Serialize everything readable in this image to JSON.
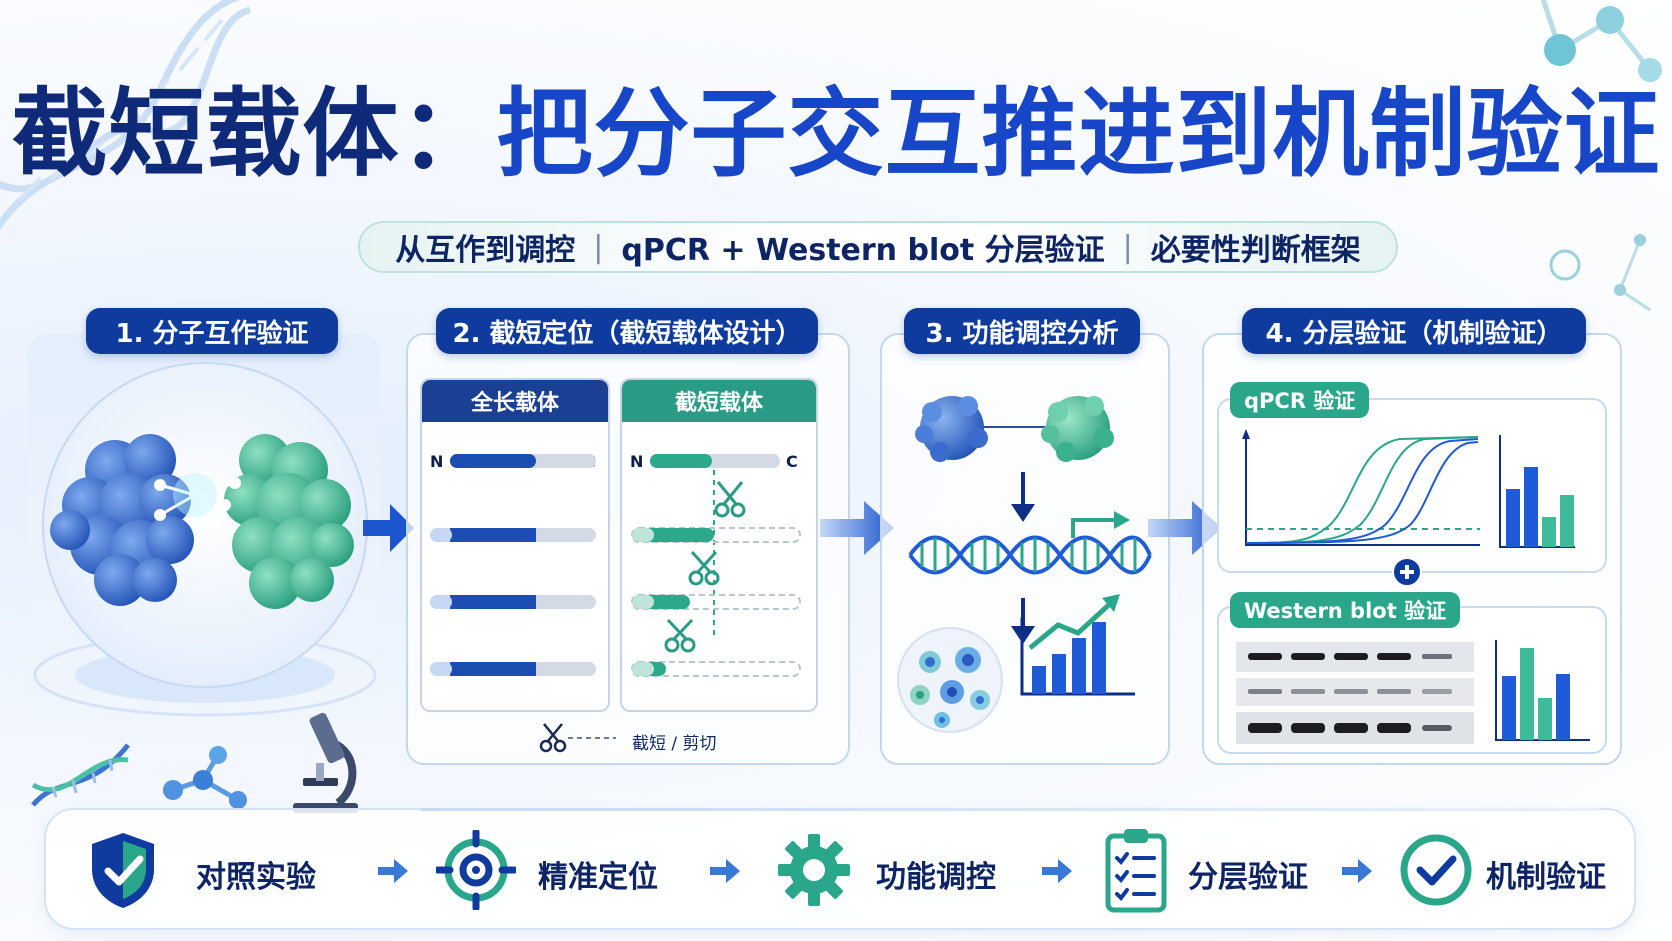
{
  "title": {
    "part1": "截短载体：",
    "part2": "把分子交互推进到机制验证"
  },
  "subtitle": {
    "items": [
      "从互作到调控",
      "qPCR + Western blot 分层验证",
      "必要性判断框架"
    ],
    "separator": "|"
  },
  "panels": [
    {
      "title": "1. 分子互作验证"
    },
    {
      "title": "2. 截短定位（截短载体设计）",
      "full_label": "全长载体",
      "trunc_label": "截短载体",
      "n_label": "N",
      "c_label": "C",
      "legend": "截短 / 剪切"
    },
    {
      "title": "3. 功能调控分析"
    },
    {
      "title": "4. 分层验证（机制验证）",
      "qpcr_label": "qPCR 验证",
      "wb_label": "Western blot 验证"
    }
  ],
  "steps": [
    {
      "label": "对照实验",
      "icon": "shield-check-icon"
    },
    {
      "label": "精准定位",
      "icon": "target-icon"
    },
    {
      "label": "功能调控",
      "icon": "gear-icon"
    },
    {
      "label": "分层验证",
      "icon": "clipboard-checklist-icon"
    },
    {
      "label": "机制验证",
      "icon": "check-circle-icon"
    }
  ],
  "colors": {
    "navy": "#0f3b9e",
    "blue": "#1f5bd6",
    "teal": "#2aa68a",
    "protein_blue": "#3d74d8",
    "protein_green": "#43b896"
  }
}
